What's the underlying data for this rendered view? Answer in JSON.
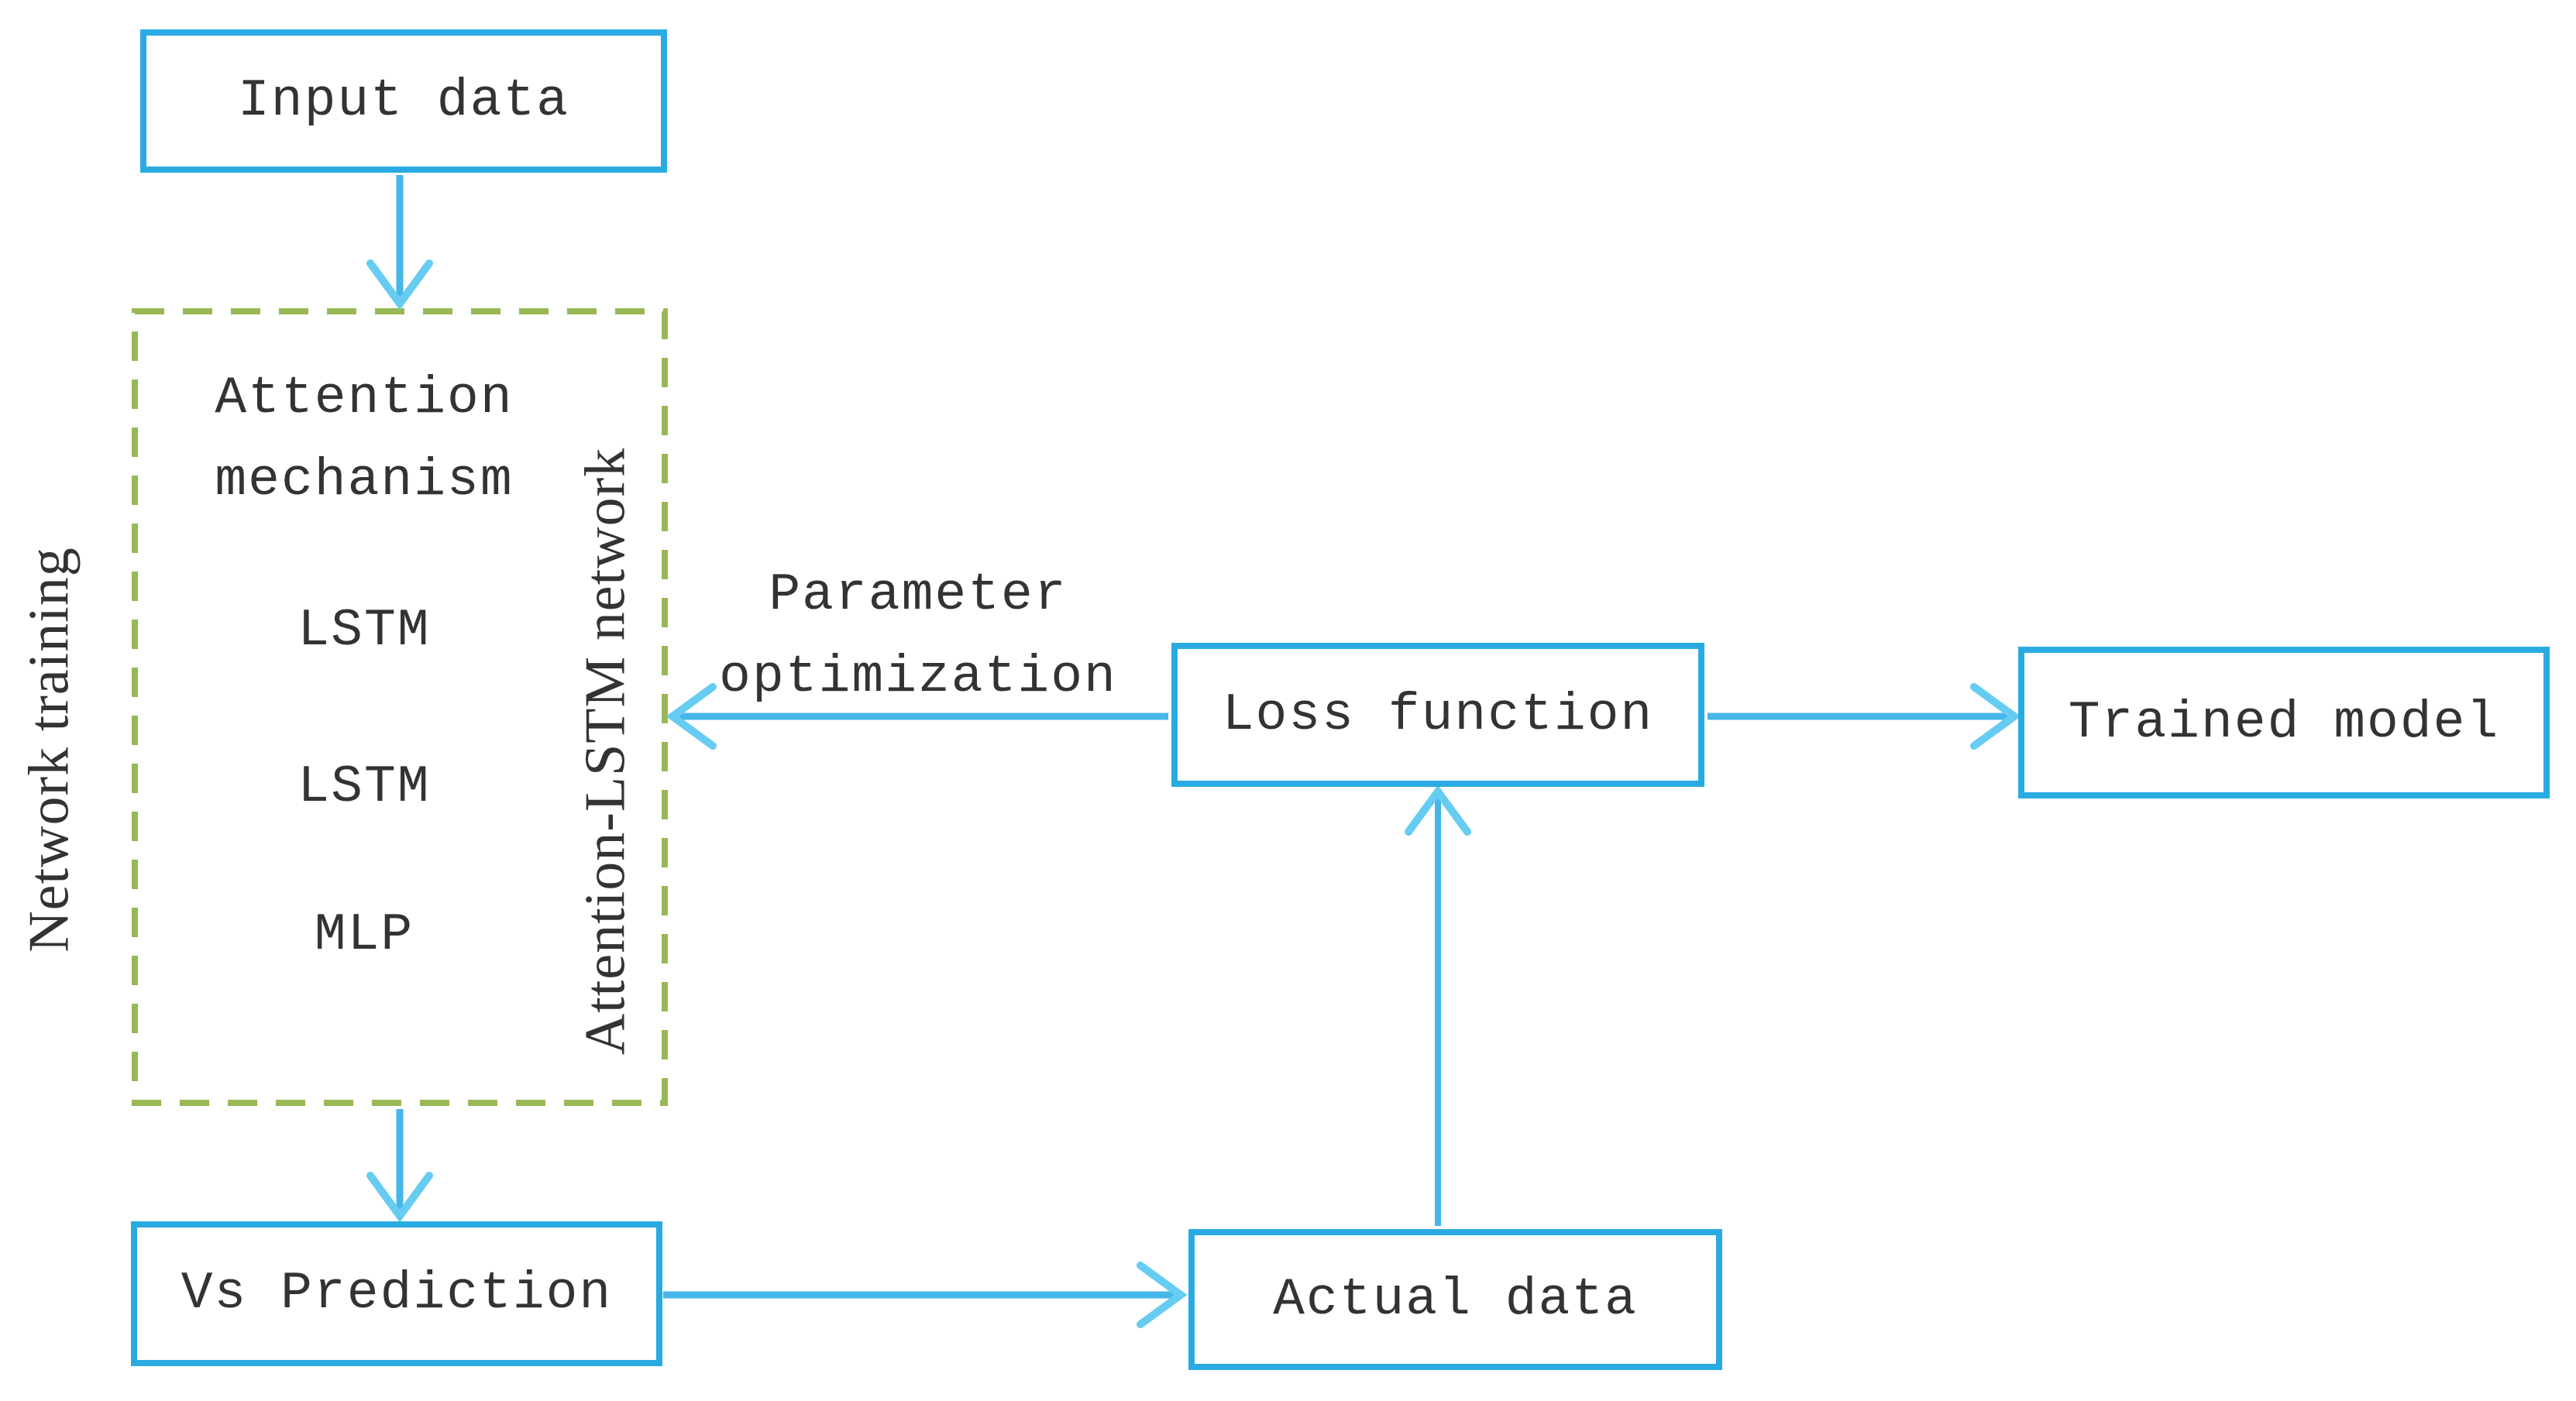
{
  "figure": {
    "type": "flowchart",
    "description": "Training workflow of an Attention-LSTM network"
  },
  "colors": {
    "c-box-border": "#29abe2",
    "c-arrow-shaft": "#45b7e8",
    "c-arrow-head": "#66ccf2",
    "c-dashed": "#97b854",
    "c-text": "#333333",
    "c-bg": "#ffffff"
  },
  "boxes": {
    "input_data": "Input data",
    "loss_function": "Loss function",
    "trained_model": "Trained model",
    "vs_prediction": "Vs Prediction",
    "actual_data": "Actual data"
  },
  "network_group": {
    "side_label_left": "Network training",
    "side_label_right": "Attention-LSTM network",
    "layers": [
      "Attention mechanism",
      "LSTM",
      "LSTM",
      "MLP"
    ]
  },
  "edge_labels": {
    "parameter_optimization": "Parameter optimization"
  }
}
